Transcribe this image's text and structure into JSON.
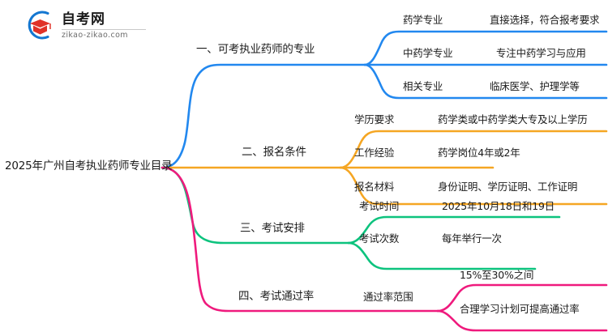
{
  "logo": {
    "title": "自考网",
    "domain": "zikao-zikao.com",
    "mark_icon": "graduation-cap-circle-icon",
    "ring_color": "#1477d1",
    "cap_color": "#e03228"
  },
  "mindmap": {
    "root": "2025年广州自考执业药师专业目录",
    "branches": [
      {
        "label": "一、可考执业药师的专业",
        "color": "#2288ef",
        "children": [
          {
            "label": "药学专业",
            "leaf": "直接选择，符合报考要求"
          },
          {
            "label": "中药学专业",
            "leaf": "专注中药学习与应用"
          },
          {
            "label": "相关专业",
            "leaf": "临床医学、护理学等"
          }
        ]
      },
      {
        "label": "二、报名条件",
        "color": "#f5a623",
        "children": [
          {
            "label": "学历要求",
            "leaf": "药学类或中药学类大专及以上学历"
          },
          {
            "label": "工作经验",
            "leaf": "药学岗位4年或2年"
          },
          {
            "label": "报名材料",
            "leaf": "身份证明、学历证明、工作证明"
          }
        ]
      },
      {
        "label": "三、考试安排",
        "color": "#0dc37e",
        "children": [
          {
            "label": "考试时间",
            "leaf": "2025年10月18日和19日"
          },
          {
            "label": "考试次数",
            "leaf": "每年举行一次"
          }
        ]
      },
      {
        "label": "四、考试通过率",
        "color": "#ef1a7d",
        "children": [
          {
            "label": "通过率范围",
            "leaf": "15%至30%之间"
          },
          {
            "label": "",
            "leaf": "合理学习计划可提高通过率"
          }
        ]
      }
    ]
  }
}
